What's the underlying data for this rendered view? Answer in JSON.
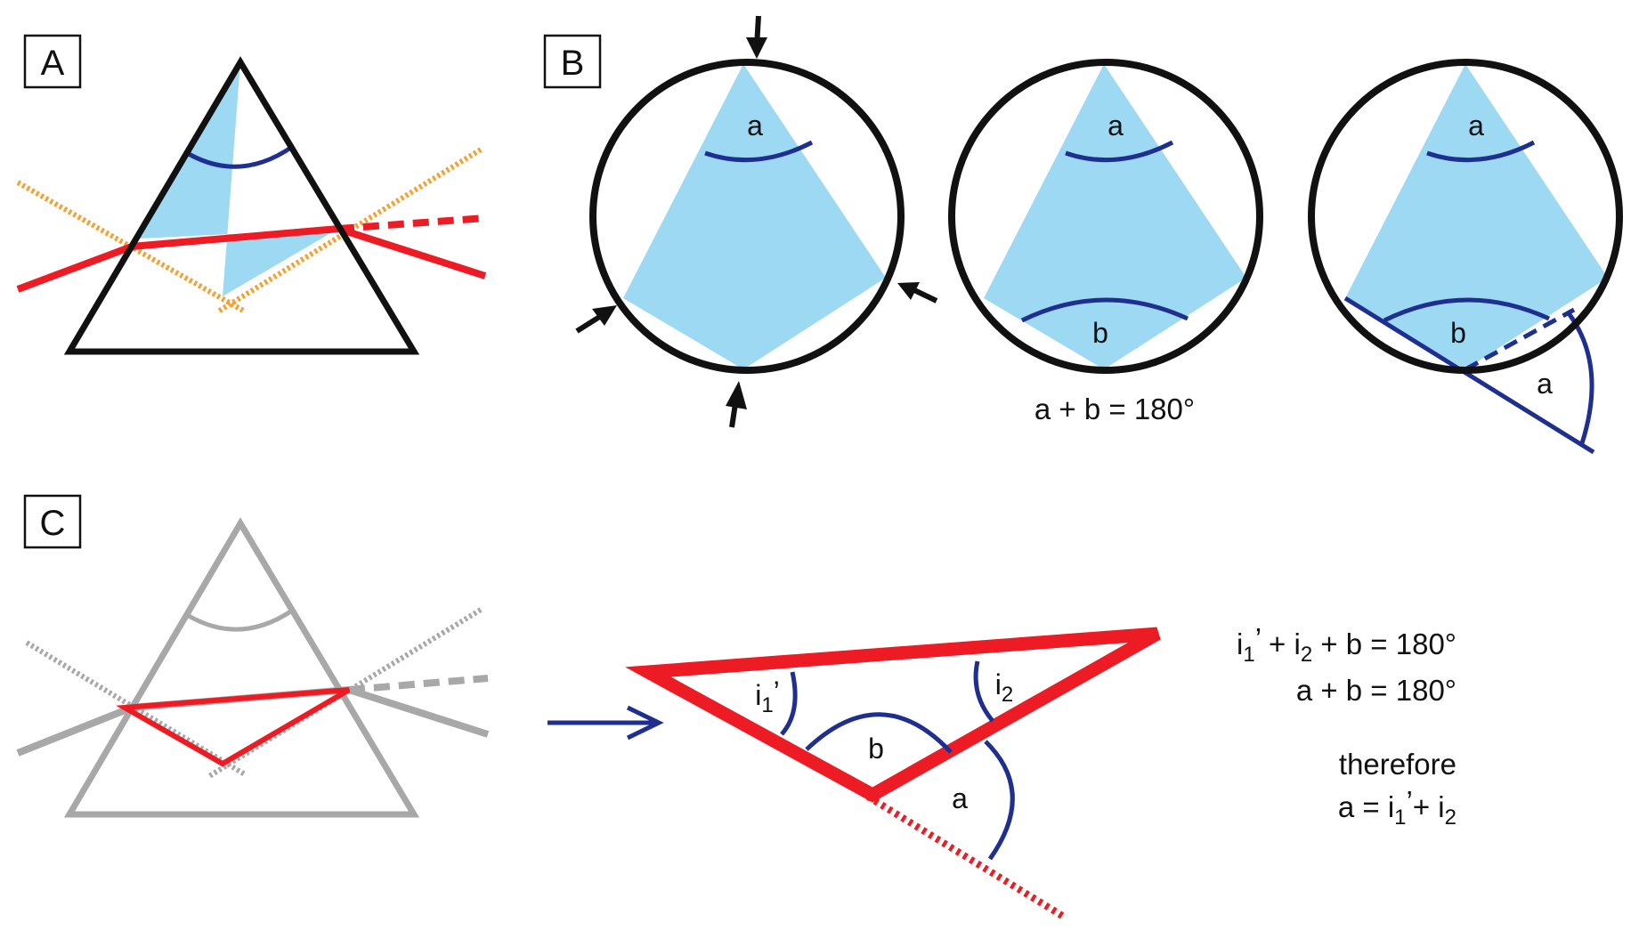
{
  "panels": {
    "a": "A",
    "b": "B",
    "c": "C"
  },
  "angles": {
    "a": "a",
    "b": "b"
  },
  "equations": {
    "b_sum": "a + b = 180°",
    "c_line1": {
      "i1": "i",
      "i1_sub": "1",
      "i1_prime": "’",
      "plus1": " + i",
      "i2_sub": "2",
      "rest": " + b = 180°"
    },
    "c_line2": "a + b = 180°",
    "therefore": "therefore",
    "c_line4": {
      "start": "a = i",
      "i1_sub": "1",
      "i1_prime": "’",
      "plus": "+ i",
      "i2_sub": "2"
    }
  },
  "c_labels": {
    "i1": {
      "base": "i",
      "sub": "1",
      "prime": "’"
    },
    "i2": {
      "base": "i",
      "sub": "2"
    }
  },
  "colors": {
    "fill": "#9dd9f3",
    "arc": "#1e2f8f",
    "ray": "#ed1c24",
    "dash": "#f7a030",
    "gray": "#a8a8a8",
    "black": "#111111"
  }
}
